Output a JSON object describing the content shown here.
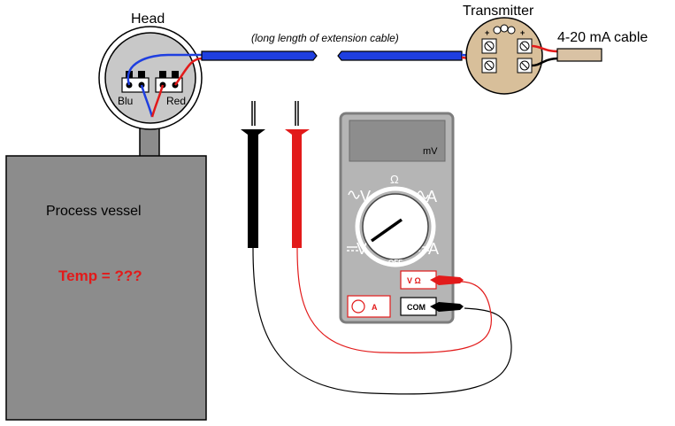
{
  "labels": {
    "head": "Head",
    "transmitter": "Transmitter",
    "cable_4_20": "4-20 mA cable",
    "extension": "(long length of extension cable)",
    "vessel": "Process vessel",
    "temp": "Temp = ???",
    "blu": "Blu",
    "red": "Red"
  },
  "meter": {
    "display_unit": "mV",
    "dial_omega": "Ω",
    "dial_left_top": "V",
    "dial_left_bottom": "V",
    "dial_right_top": "A",
    "dial_right_bottom": "A",
    "dial_off": "OFF",
    "jack_v_ohm": "V Ω",
    "jack_a": "A",
    "jack_com": "COM"
  },
  "colors": {
    "blue_wire": "#1f3fe0",
    "red_wire": "#e21a1a",
    "vessel_fill": "#8c8c8c",
    "meter_body": "#b5b5b5",
    "meter_display": "#8d8d8d",
    "transmitter_fill": "#d8bf9a",
    "cable_fill": "#d9c2a4"
  }
}
